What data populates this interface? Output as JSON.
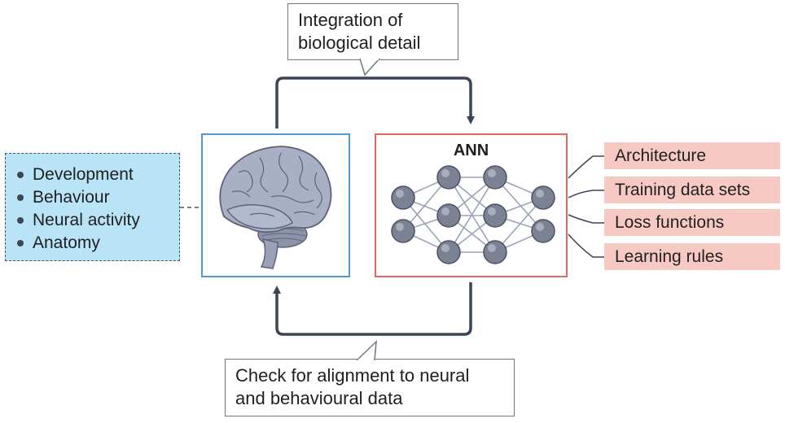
{
  "top_callout": {
    "line1": "Integration of",
    "line2": "biological detail"
  },
  "bottom_callout": {
    "line1": "Check for alignment to neural",
    "line2": "and behavioural data"
  },
  "left_list": {
    "items": [
      "Development",
      "Behaviour",
      "Neural activity",
      "Anatomy"
    ]
  },
  "ann_panel": {
    "title": "ANN"
  },
  "ann_components": {
    "items": [
      "Architecture",
      "Training data sets",
      "Loss functions",
      "Learning rules"
    ]
  },
  "colors": {
    "arrow": "#3a4656",
    "brain_border": "#4f9bd6",
    "ann_border": "#e06a62",
    "list_fill": "#b9e3f6",
    "tag_fill": "#f7c9c3",
    "node_fill": "#7a8294"
  },
  "icons": {
    "brain": "brain-icon",
    "network": "neural-network-icon"
  }
}
